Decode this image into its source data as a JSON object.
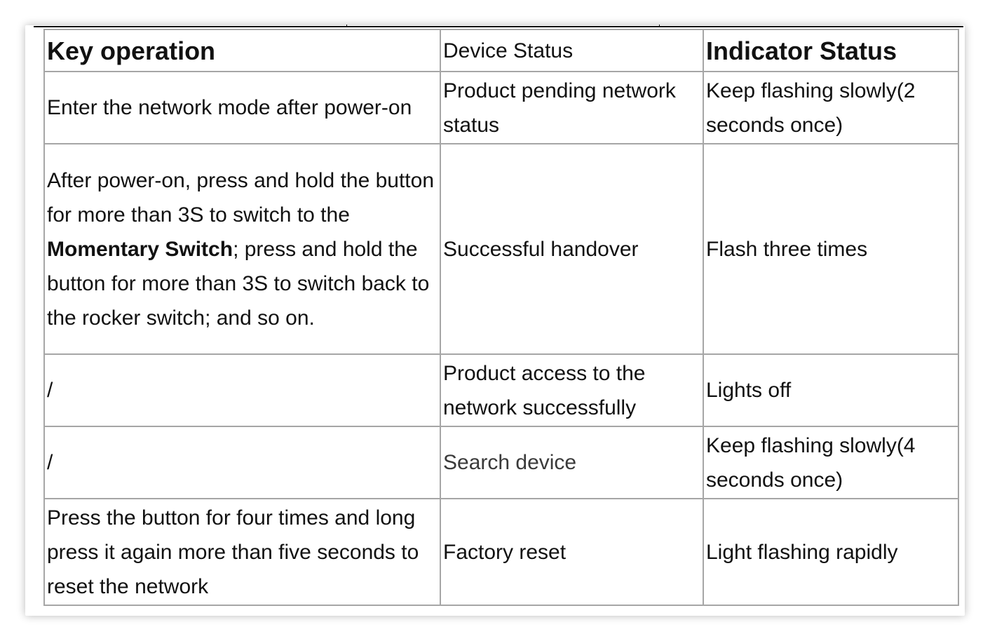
{
  "table": {
    "headers": {
      "key_operation": "Key operation",
      "device_status": "Device Status",
      "indicator_status": "Indicator Status"
    },
    "rows": [
      {
        "key_operation": "Enter the network mode after power-on",
        "device_status": "Product pending network status",
        "indicator_status": "Keep flashing slowly(2 seconds once)"
      },
      {
        "key_operation_prefix": "After power-on, press and hold the button for more than 3S to switch to the ",
        "key_operation_bold": "Momentary Switch",
        "key_operation_suffix": "; press and hold the button for more than 3S to switch back to the rocker switch; and so on.",
        "device_status": "Successful handover",
        "indicator_status": "Flash three times"
      },
      {
        "key_operation": "/",
        "device_status": "Product access to the network successfully",
        "indicator_status": "Lights off"
      },
      {
        "key_operation": "/",
        "device_status": "Search device",
        "indicator_status": "Keep flashing slowly(4 seconds once)"
      },
      {
        "key_operation": "Press the button for four times and long press it again more than five seconds to reset the network",
        "device_status": "Factory reset",
        "indicator_status": "Light flashing rapidly"
      }
    ]
  }
}
